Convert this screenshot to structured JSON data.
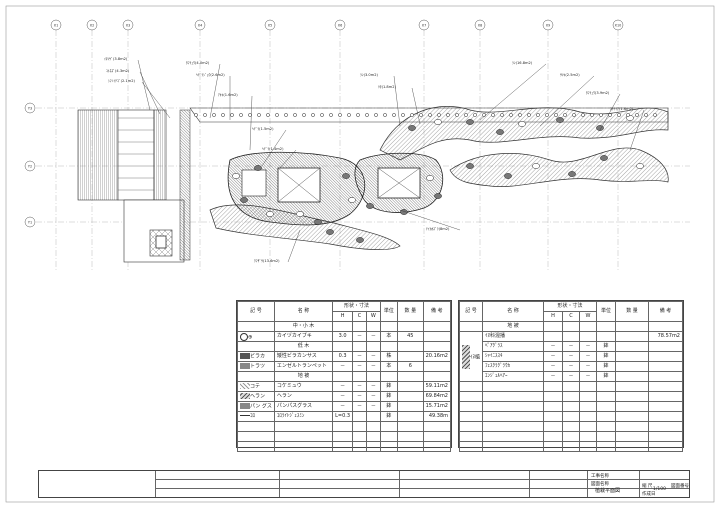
{
  "grid": {
    "x_labels": [
      "X1",
      "X2",
      "X3",
      "X4",
      "X5",
      "X6",
      "X7",
      "X8",
      "X9",
      "X10"
    ],
    "y_labels": [
      "Y3",
      "Y2",
      "Y1"
    ]
  },
  "annotations": [
    "ｲﾇﾂｹﾞ(3.8m2)",
    "ｺﾄﾈｽﾞ(4.3m2)",
    "ｼﾏﾉｲﾁｺﾞ(2.1m2)",
    "ﾀﾏﾘｭｳ(4.0m2)",
    "ﾍﾃﾞﾗｼﾞｮｳ(2.6m2)",
    "ｱｵｷ(1.6m2)",
    "ﾍﾃﾞﾗ(1.5m2)",
    "ﾍﾃﾞﾗ(1.4m2)",
    "ﾗﾝ(3.0m2)",
    "ﾂﾀ(1.8m2)",
    "ﾗﾝ(16.8m2)",
    "ｻﾂｷ(2.5m2)",
    "ﾀﾏﾘｭｳ(3.9m2)",
    "ｽﾄｹｲｱ(1.6m2)",
    "ﾃｲｶｶｽﾞﾗ(8m2)",
    "ｸﾏｻﾞｻ(13.6m2)"
  ],
  "table_left": {
    "headers": {
      "code": "記 号",
      "name": "名 称",
      "spec": "形状・寸法",
      "h": "H",
      "c": "C",
      "w": "W",
      "unit": "単位",
      "qty": "数 量",
      "note": "備 考"
    },
    "rows": [
      {
        "type": "section",
        "name": "中・小 木"
      },
      {
        "code": "⊕",
        "swatch": "circle",
        "name": "カイヅカイブキ",
        "h": "3.0",
        "c": "－",
        "w": "－",
        "unit": "本",
        "qty": "45",
        "note": ""
      },
      {
        "type": "section",
        "name": "低 木"
      },
      {
        "code": "ビラカ",
        "swatch": "dark",
        "name": "矮性ビラカンサス",
        "h": "0.3",
        "c": "－",
        "w": "－",
        "unit": "株",
        "qty": "",
        "note": "20.16m2"
      },
      {
        "code": "トラツ",
        "swatch": "mid",
        "name": "エンゼルトランペット",
        "h": "－",
        "c": "－",
        "w": "－",
        "unit": "本",
        "qty": "6",
        "note": ""
      },
      {
        "type": "section",
        "name": "地 被"
      },
      {
        "code": "コテ",
        "swatch": "hatch1",
        "name": "コケミュウ",
        "h": "－",
        "c": "－",
        "w": "－",
        "unit": "鉢",
        "qty": "",
        "note": "59.11m2"
      },
      {
        "code": "ヘラン",
        "swatch": "hatch2",
        "name": "ヘラン",
        "h": "－",
        "c": "－",
        "w": "－",
        "unit": "鉢",
        "qty": "",
        "note": "69.84m2"
      },
      {
        "code": "パン グス",
        "swatch": "mid",
        "name": "パンパスグラス",
        "h": "－",
        "c": "－",
        "w": "－",
        "unit": "鉢",
        "qty": "",
        "note": "15.71m2"
      },
      {
        "code": "ｺﾛ",
        "swatch": "line",
        "name": "ｺﾛﾗｲﾄｼﾞｪｽﾐﾝ",
        "h": "L=0.3",
        "c": "",
        "w": "",
        "unit": "鉢",
        "qty": "",
        "note": "49.38m"
      }
    ]
  },
  "table_right": {
    "headers": {
      "code": "記 号",
      "name": "名 称",
      "spec": "形状・寸法",
      "h": "H",
      "c": "C",
      "w": "W",
      "unit": "単位",
      "qty": "数 量",
      "note": "備 考"
    },
    "section": "地 被",
    "group_code": "ｲﾇ植",
    "rows": [
      {
        "name": "ｲﾇ科混播",
        "h": "",
        "c": "",
        "w": "",
        "unit": "",
        "qty": "",
        "note": "78.57m2"
      },
      {
        "name": "ﾍﾟｱｸﾞﾗｽ",
        "h": "－",
        "c": "－",
        "w": "－",
        "unit": "鉢",
        "qty": "",
        "note": ""
      },
      {
        "name": "ｼｬｲﾆｽｽｷ",
        "h": "－",
        "c": "－",
        "w": "－",
        "unit": "鉢",
        "qty": "",
        "note": ""
      },
      {
        "name": "ﾌｪｽｸﾗｸﾞﾗｳｶ",
        "h": "－",
        "c": "－",
        "w": "－",
        "unit": "鉢",
        "qty": "",
        "note": ""
      },
      {
        "name": "ｴﾝｼﾞｪﾙﾍｱｰ",
        "h": "－",
        "c": "－",
        "w": "－",
        "unit": "鉢",
        "qty": "",
        "note": ""
      }
    ]
  },
  "title_block": {
    "project_label": "工事名称",
    "drawing_label": "図面名称",
    "drawing_name": "植栽平面図",
    "scale_label": "縮 尺",
    "scale": "1/100",
    "number_label": "図面番号",
    "date_label": "作成日"
  }
}
